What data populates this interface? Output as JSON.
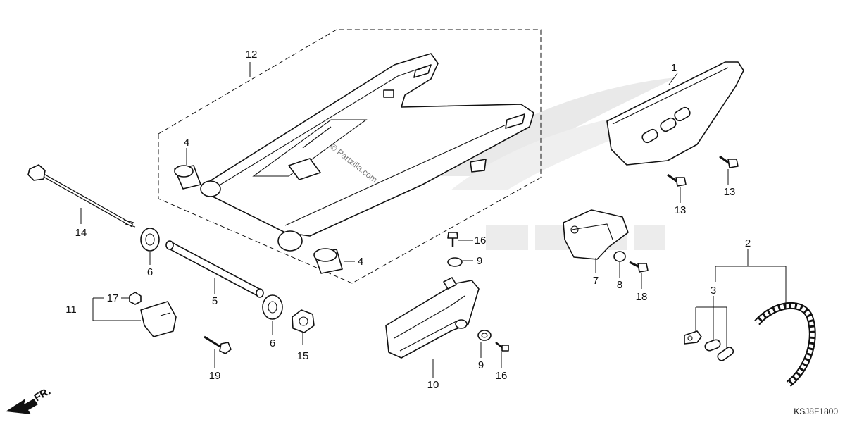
{
  "diagram": {
    "code": "KSJ8F1800",
    "watermark": "© Partzilla.com",
    "front_arrow_label": "FR."
  },
  "callouts": [
    "1",
    "2",
    "3",
    "4",
    "4",
    "5",
    "6",
    "6",
    "7",
    "8",
    "9",
    "9",
    "10",
    "11",
    "12",
    "13",
    "13",
    "14",
    "15",
    "16",
    "16",
    "17",
    "18",
    "19"
  ],
  "icons": {
    "front": "front-direction-arrow-icon",
    "brand": "honda-wing-logo-icon"
  }
}
